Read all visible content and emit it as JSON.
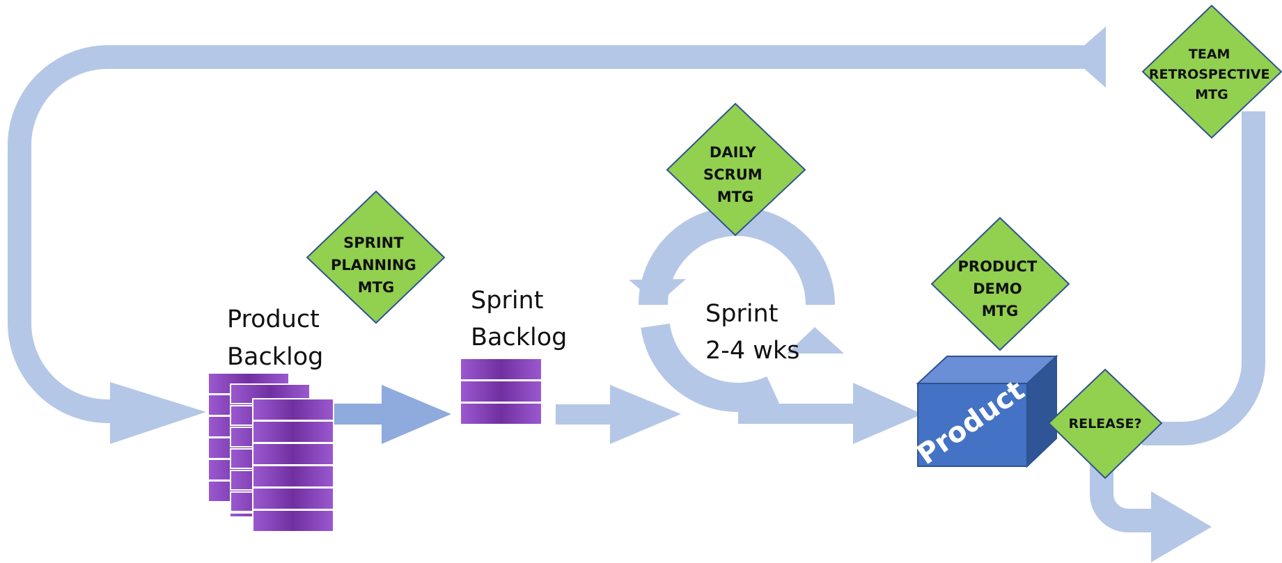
{
  "colors": {
    "flow": "#b4c7e7",
    "flow_dark": "#8faadc",
    "diamond_fill": "#92d050",
    "diamond_border": "#2f528f",
    "backlog_dark": "#7030a0",
    "backlog_light": "#9b59d0",
    "cube_front": "#4472c4",
    "cube_top": "#6a8fd6",
    "cube_side": "#2f5597"
  },
  "labels": {
    "product_backlog": [
      "Product",
      "Backlog"
    ],
    "sprint_backlog": [
      "Sprint",
      "Backlog"
    ],
    "sprint": [
      "Sprint",
      "2-4 wks"
    ],
    "product": "Product"
  },
  "diamonds": {
    "sprint_planning": [
      "SPRINT",
      "PLANNING",
      "MTG"
    ],
    "daily_scrum": [
      "DAILY",
      "SCRUM",
      "MTG"
    ],
    "product_demo": [
      "PRODUCT",
      "DEMO",
      "MTG"
    ],
    "retrospective": [
      "TEAM",
      "RETROSPECTIVE",
      "MTG"
    ],
    "release": [
      "RELEASE?"
    ]
  }
}
